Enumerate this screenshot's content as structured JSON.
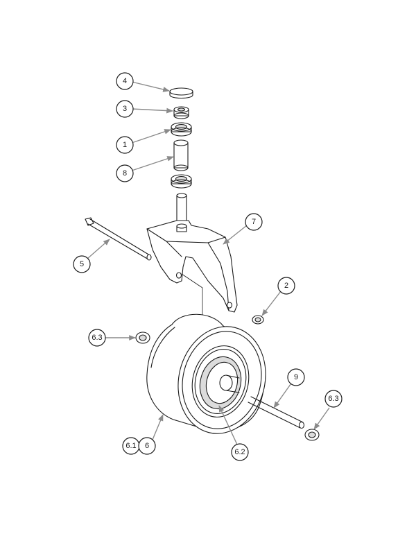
{
  "callouts": {
    "c4": "4",
    "c3": "3",
    "c1": "1",
    "c8": "8",
    "c7": "7",
    "c5": "5",
    "c2": "2",
    "c63_left": "6.3",
    "c9": "9",
    "c63_right": "6.3",
    "c61": "6.1",
    "c6": "6",
    "c62": "6.2"
  },
  "colors": {
    "line": "#1a1a1a",
    "leader": "#8a8a8a",
    "background": "#ffffff"
  }
}
